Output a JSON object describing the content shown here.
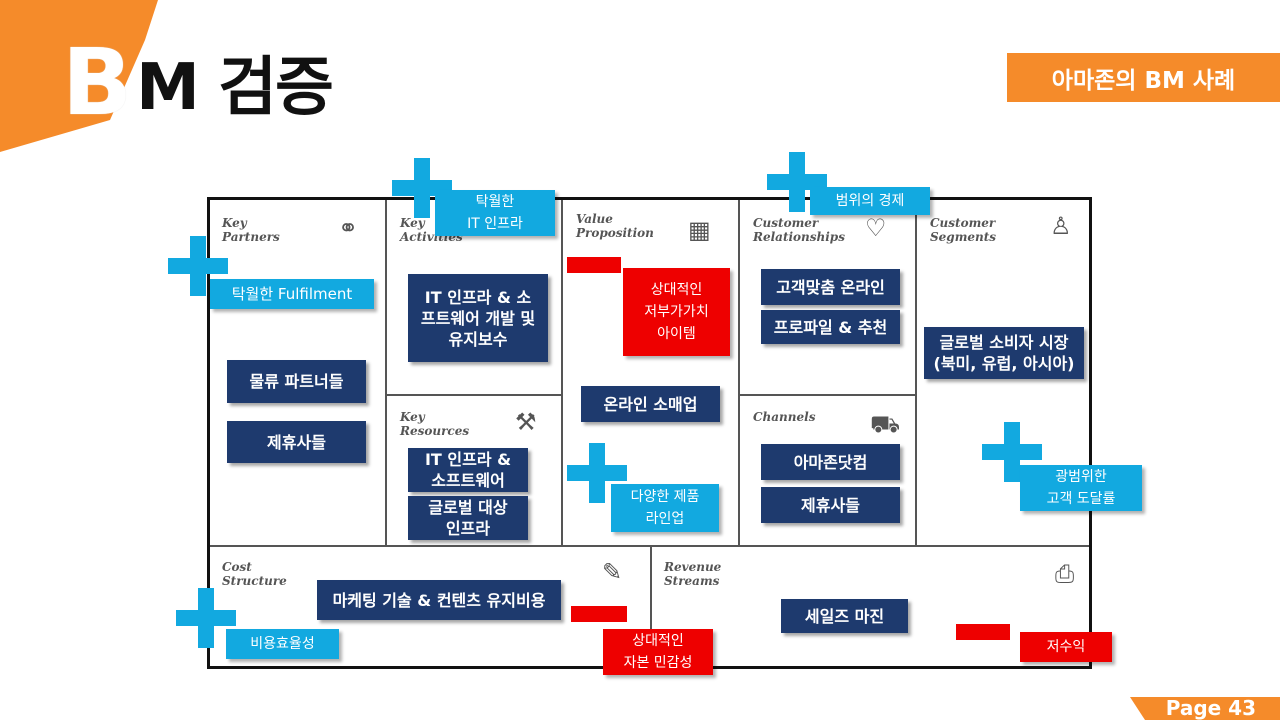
{
  "header": {
    "title_initial": "B",
    "title_rest": "M 검증",
    "case_badge": "아마존의 BM 사례"
  },
  "footer": {
    "page_label": "Page 43"
  },
  "colors": {
    "accent_orange": "#f58b2a",
    "navy": "#1e3a6e",
    "cyan": "#12a9e0",
    "red": "#ee0000"
  },
  "canvas": {
    "blocks": {
      "key_partners": {
        "title": "Key\nPartners",
        "icon": "chain-links-icon"
      },
      "key_activities": {
        "title": "Key\nActivities",
        "icon": "checklist-icon"
      },
      "value_proposition": {
        "title": "Value\nProposition",
        "icon": "gift-icon"
      },
      "customer_relationships": {
        "title": "Customer\nRelationships",
        "icon": "heart-icon"
      },
      "customer_segments": {
        "title": "Customer\nSegments",
        "icon": "person-icon"
      },
      "key_resources": {
        "title": "Key\nResources",
        "icon": "worker-icon"
      },
      "channels": {
        "title": "Channels",
        "icon": "truck-icon"
      },
      "cost_structure": {
        "title": "Cost\nStructure",
        "icon": "price-tag-icon"
      },
      "revenue_streams": {
        "title": "Revenue\nStreams",
        "icon": "cash-register-icon"
      }
    },
    "items": {
      "logistics_partners": "물류 파트너들",
      "affiliates_kp": "제휴사들",
      "it_infra_dev": "IT 인프라 & 소\n프트웨어 개발 및\n유지보수",
      "it_infra_software": "IT 인프라 &\n소프트웨어",
      "global_infra": "글로벌 대상\n인프라",
      "online_retail": "온라인 소매업",
      "custom_online": "고객맞춤 온라인",
      "profile_recommend": "프로파일 & 추천",
      "amazon_com": "아마존닷컴",
      "affiliates_ch": "제휴사들",
      "global_market": "글로벌 소비자 시장\n(북미, 유럽, 아시아)",
      "marketing_cost": "마케팅 기술 & 컨텐츠 유지비용",
      "sales_margin": "세일즈 마진"
    }
  },
  "annotations": {
    "plus": {
      "excellent_infra": "탁월한\nIT 인프라",
      "economies_of_scope": "범위의 경제",
      "excellent_fulfillment": "탁월한 Fulfilment",
      "diverse_lineup": "다양한 제품\n라인업",
      "wide_reach": "광범위한\n고객 도달률",
      "cost_efficiency": "비용효율성"
    },
    "minus": {
      "relative_low_value": "상대적인\n저부가가치\n아이템",
      "capital_sensitivity": "상대적인\n자본 민감성",
      "low_margin": "저수익"
    }
  }
}
